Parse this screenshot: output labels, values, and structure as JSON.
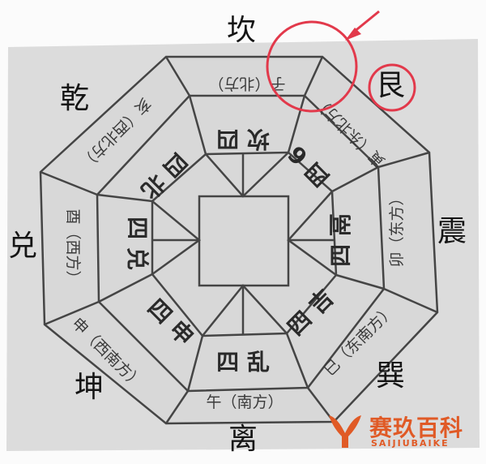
{
  "outer_labels": {
    "n": "坎",
    "nw": "乾",
    "ne": "艮",
    "e": "震",
    "w": "兑",
    "sw": "坤",
    "se": "巽",
    "s": "离"
  },
  "outer_ring_texts": {
    "n": "子（北方）",
    "w": "酉（西方）",
    "e": "卯（东方）",
    "s": "午（南方）",
    "sw": "申（西南方）",
    "se": "巳（东南方）",
    "ne": "寅（东北方）",
    "nw": "亥（西北方）"
  },
  "inner_ring_texts": {
    "n": "坎 四",
    "ne": "四 6",
    "e": "四 鬲",
    "se": "四 吉",
    "s": "四 乱",
    "sw": "四 申",
    "w": "四 兑",
    "nw": "四 北"
  },
  "watermark": {
    "brand": "赛玖百科",
    "brand_en": "SAIJIUBAIKE"
  },
  "colors": {
    "paper": "#d9d9d9",
    "ink": "#4a4a4a",
    "highlight": "#e2394b",
    "brand": "#e05a26"
  }
}
